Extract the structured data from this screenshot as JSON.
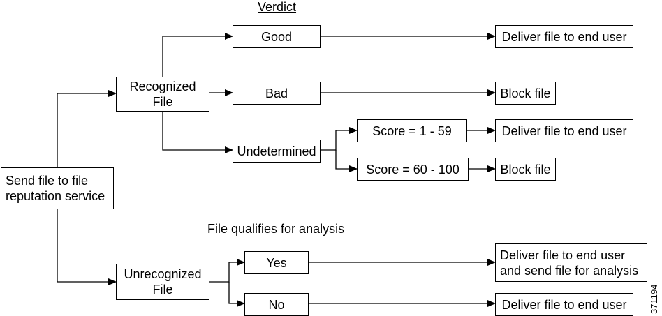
{
  "headings": {
    "verdict": "Verdict",
    "file_qualifies": "File qualifies for analysis"
  },
  "nodes": {
    "send_file": "Send file to file\nreputation service",
    "recognized_file": "Recognized\nFile",
    "unrecognized_file": "Unrecognized\nFile",
    "good": "Good",
    "bad": "Bad",
    "undetermined": "Undetermined",
    "score_low": "Score = 1 - 59",
    "score_high": "Score = 60 - 100",
    "yes": "Yes",
    "no": "No"
  },
  "outcomes": {
    "good_deliver": "Deliver file to end user",
    "bad_block": "Block file",
    "score_low_deliver": "Deliver file to end user",
    "score_high_block": "Block file",
    "yes_deliver_analyze": "Deliver file to end user\nand send file for analysis",
    "no_deliver": "Deliver file to end user"
  },
  "figure_id": "371194"
}
